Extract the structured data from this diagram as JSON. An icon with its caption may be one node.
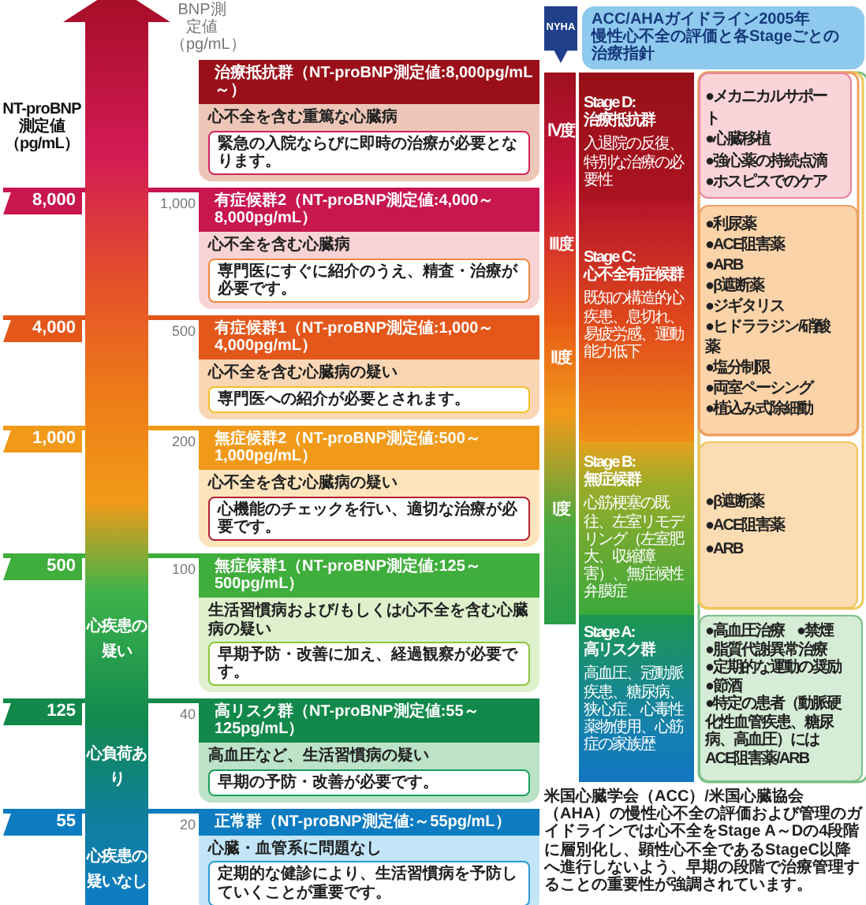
{
  "diagram": {
    "caption": "米国心臓学会（ACC）/米国心臓協会（AHA）の慢性心不全の評価および管理のガイドラインでは心不全をStage A～Dの4段階に層別化し、顕性心不全であるStageC以降へ進行しないよう、早期の段階で治療管理することの重要性が強調されています。",
    "nodes": [
      {
        "text": [
          "NYHA"
        ]
      },
      {
        "text": [
          "ACC/AHAガイドライン2005年",
          "慢性心不全の評価と各Stageごとの治療指針"
        ]
      },
      {
        "text": [
          "治療抵抗群（NT-proBNP測定値:8,000pg/mL～）",
          "心不全を含む重篤な心臓病"
        ]
      },
      {
        "text": [
          "緊急の入院ならびに即時の治療が必要となります。"
        ],
        "in": 2
      },
      {
        "text": [
          "有症候群2（NT-proBNP測定値:4,000～8,000pg/mL）",
          "心不全を含む心臓病"
        ]
      },
      {
        "text": [
          "専門医にすぐに紹介のうえ、精査・治療が必要です。"
        ],
        "in": 4
      },
      {
        "text": [
          "有症候群1（NT-proBNP測定値:1,000～4,000pg/mL）",
          "心不全を含む心臓病の疑い"
        ]
      },
      {
        "text": [
          "専門医への紹介が必要とされます。"
        ],
        "in": 6
      },
      {
        "text": [
          "無症候群2（NT-proBNP測定値:500～1,000pg/mL）",
          "心不全を含む心臓病の疑い"
        ]
      },
      {
        "text": [
          "心機能のチェックを行い、適切な治療が必要です。"
        ],
        "in": 8
      },
      {
        "text": [
          "無症候群1（NT-proBNP測定値:125～500pg/mL）",
          "生活習慣病および/もしくは心不全を含む心臓病の疑い"
        ]
      },
      {
        "text": [
          "早期予防・改善に加え、経過観察が必要です。"
        ],
        "in": 10
      },
      {
        "text": [
          "高リスク群（NT-proBNP測定値:55～125pg/mL）",
          "高血圧など、生活習慣病の疑い"
        ]
      },
      {
        "text": [
          "早期の予防・改善が必要です。"
        ],
        "in": 12
      },
      {
        "text": [
          "正常群（NT-proBNP測定値:～55pg/mL）",
          "心臓・血管系に問題なし"
        ]
      },
      {
        "text": [
          "定期的な健診により、生活習慣病を予防していくことが重要です。"
        ],
        "in": 14
      },
      {
        "text": [
          "8,000"
        ]
      },
      {
        "text": [
          "4,000"
        ]
      },
      {
        "text": [
          "1,000"
        ]
      },
      {
        "text": [
          "500"
        ]
      },
      {
        "text": [
          "125"
        ]
      },
      {
        "text": [
          "55"
        ]
      },
      {
        "text": [
          "Stage D:",
          "治療抵抗群",
          "入退院の反復、特別な治療の必要性"
        ]
      },
      {
        "text": [
          "Stage C:",
          "心不全有症候群",
          "既知の構造的心疾患、息切れ、易疲労感、運動能力低下"
        ]
      },
      {
        "text": [
          "Stage B:",
          "無症候群",
          "心筋梗塞の既往、左室リモデリング（左室肥大、収縮障害）、無症候性弁膜症"
        ]
      },
      {
        "text": [
          "Stage A:",
          "高リスク群",
          "高血圧、冠動脈疾患、糖尿病、狭心症、心毒性薬物使用、心筋症の家族歴"
        ]
      },
      {
        "text": [
          "●メカニカルサポート",
          "●心臓移植",
          "●強心薬の持続点滴",
          "●ホスピスでのケア"
        ]
      },
      {
        "text": [
          "●利尿薬",
          "●ACE阻害薬",
          "●ARB",
          "●β遮断薬",
          "●ジギタリス",
          "●ヒドララジン/硝酸薬",
          "●塩分制限",
          "●両室ペーシング",
          "●植込み式除細動"
        ]
      },
      {
        "text": [
          "●β遮断薬",
          "●ACE阻害薬",
          "●ARB"
        ]
      },
      {
        "text": [
          "●高血圧治療",
          "●禁煙",
          "●脂質代謝異常治療",
          "●定期的な運動の奨励",
          "●節酒",
          "●特定の患者（動脈硬化性血管疾患、糖尿病、高血圧）にはACE阻害薬/ARB"
        ]
      }
    ],
    "labels": [
      "NT-proBNP測定値（pg/mL）",
      "BNP測定値（pg/mL）",
      "1,000",
      "500",
      "200",
      "100",
      "40",
      "20",
      "心疾患の疑い",
      "心負荷あり",
      "心疾患の疑いなし",
      "Ⅳ度",
      "Ⅲ度",
      "Ⅱ度",
      "Ⅰ度"
    ]
  }
}
